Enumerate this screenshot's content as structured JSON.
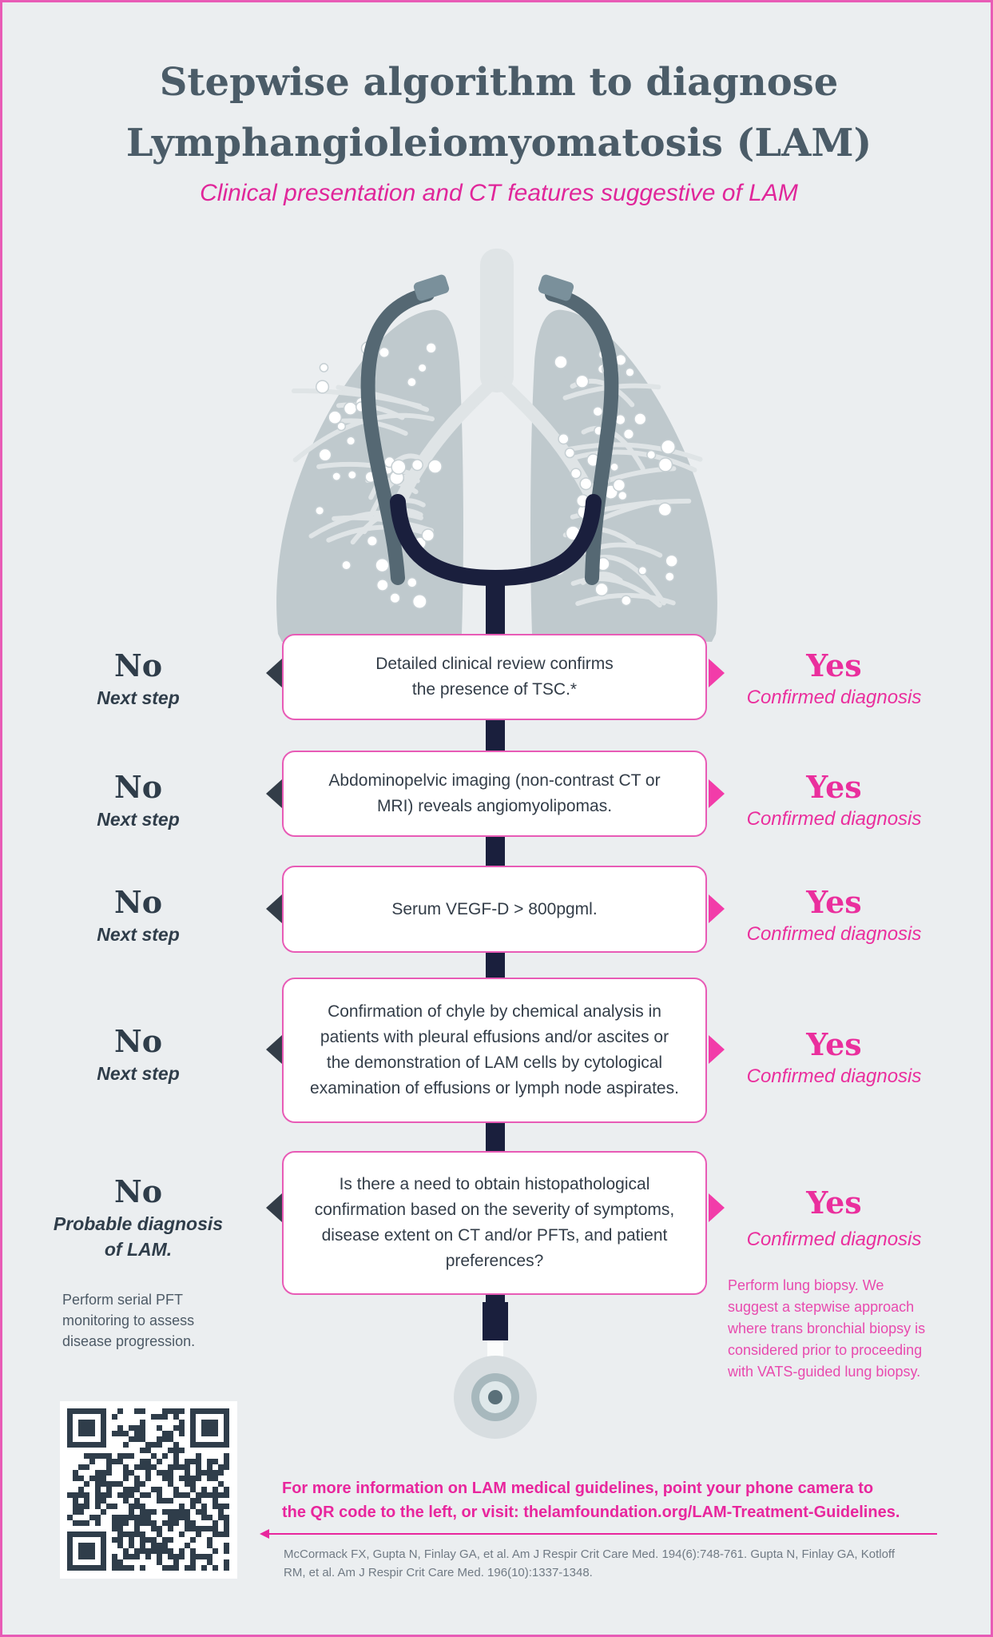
{
  "header": {
    "title_line1": "Stepwise algorithm to diagnose",
    "title_line2": "Lymphangioleiomyomatosis (LAM)",
    "subtitle": "Clinical presentation and CT features suggestive of LAM"
  },
  "colors": {
    "accent_pink": "#e8269d",
    "navy": "#2f3d4a",
    "lung": "#bfc9cd",
    "stethoscope_gray": "#556873",
    "stethoscope_navy": "#1a1f3d"
  },
  "steps": [
    {
      "text_lines": [
        "Detailed clinical review confirms",
        "the  presence of TSC.*"
      ],
      "no_label": "No",
      "no_sub_lines": [
        "Next step"
      ],
      "yes_label": "Yes",
      "yes_sub": "Confirmed diagnosis"
    },
    {
      "text_lines": [
        "Abdominopelvic imaging (non-contrast CT or",
        "MRI) reveals angiomyolipomas."
      ],
      "no_label": "No",
      "no_sub_lines": [
        "Next step"
      ],
      "yes_label": "Yes",
      "yes_sub": "Confirmed diagnosis"
    },
    {
      "text_lines": [
        "Serum VEGF-D > 800pgml."
      ],
      "no_label": "No",
      "no_sub_lines": [
        "Next step"
      ],
      "yes_label": "Yes",
      "yes_sub": "Confirmed diagnosis"
    },
    {
      "text_lines": [
        "Confirmation of chyle by chemical analysis in",
        "patients with pleural effusions and/or ascites or",
        "the demonstration of LAM cells by cytological",
        "examination of effusions or lymph node aspirates."
      ],
      "no_label": "No",
      "no_sub_lines": [
        "Next step"
      ],
      "yes_label": "Yes",
      "yes_sub": "Confirmed diagnosis"
    },
    {
      "text_lines": [
        "Is there a need to obtain histopathological",
        "confirmation based on the severity of symptoms,",
        "disease extent on CT and/or PFTs, and patient",
        "preferences?"
      ],
      "no_label": "No",
      "no_sub_lines": [
        "Probable diagnosis",
        "of LAM."
      ],
      "yes_label": "Yes",
      "yes_sub": "Confirmed diagnosis"
    }
  ],
  "no_note_lines": [
    "Perform serial PFT",
    "monitoring to assess",
    "disease progression."
  ],
  "yes_note_lines": [
    "Perform lung biopsy. We",
    "suggest a stepwise approach",
    "where trans bronchial biopsy is",
    "considered prior to proceeding",
    "with VATS-guided  lung biopsy."
  ],
  "footer": {
    "more_info_lines": [
      "For more information on LAM medical guidelines, point your phone camera to",
      "the QR code to the left, or visit: thelamfoundation.org/LAM-Treatment-Guidelines."
    ],
    "reference_lines": [
      "McCormack FX, Gupta N, Finlay GA, et al. Am J Respir Crit Care Med. 194(6):748-761. Gupta N, Finlay GA, Kotloff",
      "RM, et al. Am J Respir Crit Care Med. 196(10):1337-1348."
    ]
  },
  "icons": {
    "illustration": "lungs-stethoscope-illustration",
    "qr": "qr-code-icon",
    "arrow": "left-arrow-icon"
  }
}
